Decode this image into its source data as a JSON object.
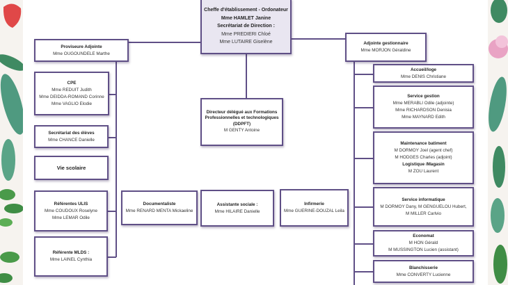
{
  "top": {
    "title": "Cheffe d'établissement - Ordonateur",
    "name": "Mme HAMLET Janine",
    "sub_title": "Secrétariat de  Direction  :",
    "members": [
      "Mme PREDIERI Chloé",
      "Mme LUTAIRE Giselène"
    ]
  },
  "left": [
    {
      "title": "Proviseure Adjointe",
      "members": [
        "Mme OUGOUNDELE Marthe"
      ]
    },
    {
      "title": "CPE",
      "members": [
        "Mme REDUIT Judith",
        "Mme DEIDDA-ROMAND Corinne",
        "Mme VAGLIO Elodie"
      ]
    },
    {
      "title": "Secrétariat des élèves",
      "members": [
        "Mme CHANCE Danielle"
      ]
    },
    {
      "title": "Vie scolaire",
      "members": []
    },
    {
      "title": "Référentes ULIS",
      "members": [
        "Mme COUDOUX Roselyne Mme LEMAR Odile"
      ]
    },
    {
      "title": "Référente MLDS :",
      "members": [
        "Mme LAINEL Cynthia"
      ]
    }
  ],
  "center": [
    {
      "title": "Directeur délégué aux Formations Professionnelles et technologiques (DDPFT)",
      "members": [
        "M GENTY Antoine"
      ]
    },
    {
      "title": "Documentaliste",
      "members": [
        "Mme RENARD MENTA Mickaeline"
      ]
    },
    {
      "title": "Assistante sociale  :",
      "members": [
        "Mme  HILAIRE Danielle"
      ]
    },
    {
      "title": "Infirmerie",
      "members": [
        "Mme GUERINE-DOUZAL Leila"
      ]
    }
  ],
  "right": [
    {
      "title": "Adjointe gestionnaire",
      "members": [
        "Mme MORJON Géraldine"
      ]
    },
    {
      "title": "Accueil/loge",
      "members": [
        "Mme DENIS Christiane"
      ]
    },
    {
      "title": "Service gestion",
      "members": [
        "Mme MERABLI Odile (adjointe)",
        "Mme RICHARDSON Denisia",
        "Mme MAYNARD Edith"
      ]
    },
    {
      "title": "Maintenance batiment",
      "members": [
        "M DORMOY Joel (agent chef)",
        "M HODGES Charles (adjoint)"
      ],
      "title2": "Logistique /Magasin",
      "members2": [
        "M  ZOU Laurent"
      ]
    },
    {
      "title": "Service informatique",
      "members": [
        "M DORMOY Dany, M GENGUELOU Hubert,",
        "M MILLER Carlvio"
      ]
    },
    {
      "title": "Economat",
      "members": [
        "M HON Gérald",
        "M MUSSINGTON Lucien (assistant)"
      ]
    },
    {
      "title": "Blanchisserie",
      "members": [
        "Mme CONVERTY Lucienne"
      ]
    }
  ]
}
